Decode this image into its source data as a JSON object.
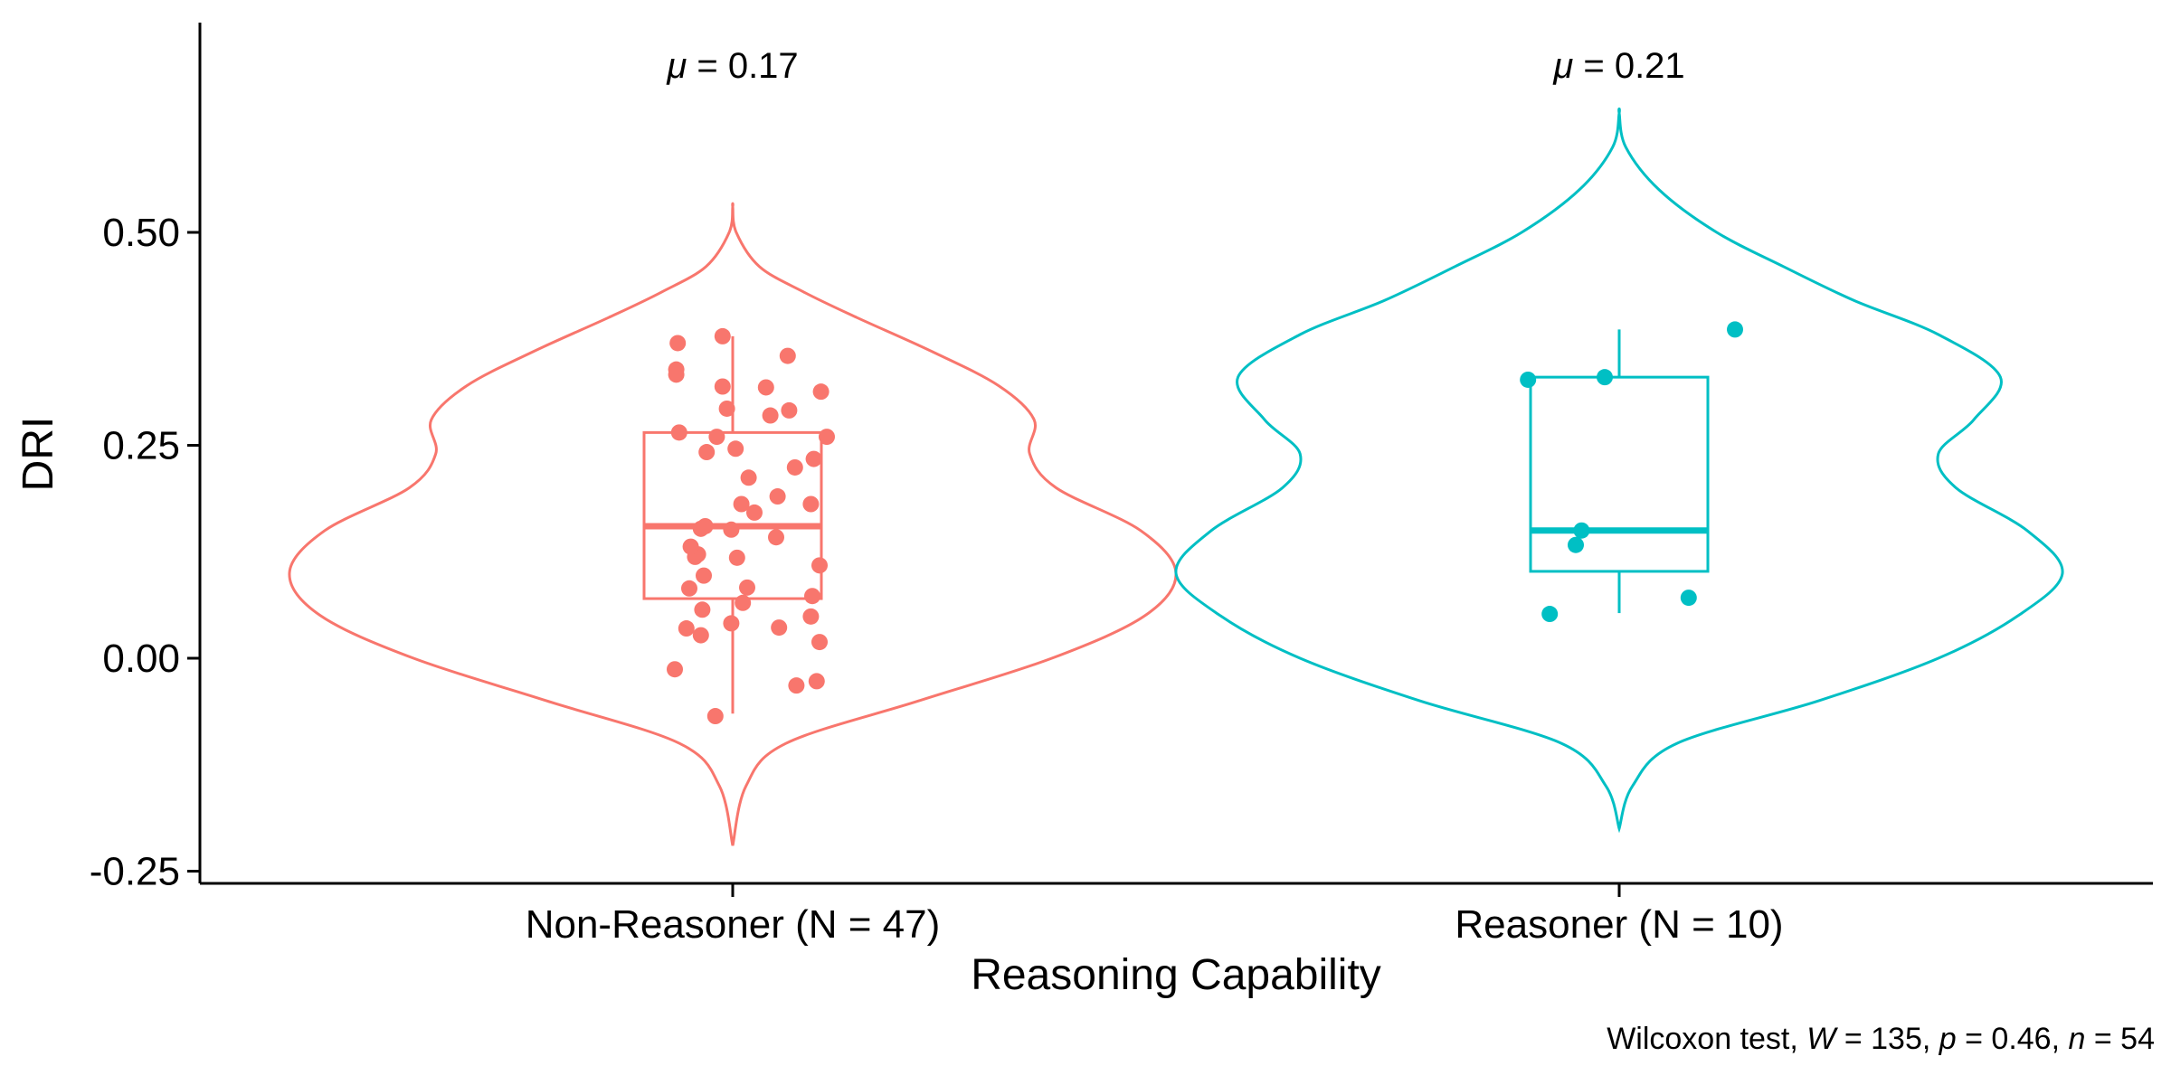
{
  "chart_data": {
    "type": "violin",
    "xlabel": "Reasoning Capability",
    "ylabel": "DRI",
    "ylim": [
      -0.27,
      0.75
    ],
    "yticks": [
      -0.25,
      0.0,
      0.25,
      0.5
    ],
    "ytick_labels": [
      "-0.25",
      "0.00",
      "0.25",
      "0.50"
    ],
    "grid": false,
    "legend": "none",
    "groups": [
      {
        "label": "Non-Reasoner (N = 47)",
        "color": "#F8766D",
        "mean_symbol": "μ",
        "mean_value": "= 0.17",
        "box": {
          "whisker_low": -0.065,
          "q1": 0.07,
          "median": 0.155,
          "q3": 0.265,
          "whisker_high": 0.378
        },
        "density": [
          [
            -0.22,
            0.0
          ],
          [
            -0.15,
            0.03
          ],
          [
            -0.1,
            0.12
          ],
          [
            -0.05,
            0.42
          ],
          [
            0.0,
            0.72
          ],
          [
            0.05,
            0.93
          ],
          [
            0.1,
            1.0
          ],
          [
            0.15,
            0.92
          ],
          [
            0.2,
            0.73
          ],
          [
            0.24,
            0.67
          ],
          [
            0.28,
            0.68
          ],
          [
            0.32,
            0.6
          ],
          [
            0.36,
            0.45
          ],
          [
            0.4,
            0.28
          ],
          [
            0.43,
            0.16
          ],
          [
            0.46,
            0.06
          ],
          [
            0.5,
            0.008
          ],
          [
            0.53,
            0.0
          ]
        ],
        "points": [
          [
            -0.4,
            -0.013
          ],
          [
            -0.32,
            0.035
          ],
          [
            -0.12,
            -0.068
          ],
          [
            -0.22,
            0.027
          ],
          [
            -0.24,
            0.122
          ],
          [
            -0.26,
            0.119
          ],
          [
            -0.29,
            0.131
          ],
          [
            -0.3,
            0.082
          ],
          [
            -0.21,
            0.057
          ],
          [
            -0.2,
            0.097
          ],
          [
            -0.22,
            0.152
          ],
          [
            -0.19,
            0.155
          ],
          [
            -0.37,
            0.265
          ],
          [
            -0.11,
            0.26
          ],
          [
            -0.04,
            0.293
          ],
          [
            -0.07,
            0.319
          ],
          [
            -0.18,
            0.242
          ],
          [
            -0.07,
            0.378
          ],
          [
            -0.38,
            0.37
          ],
          [
            -0.39,
            0.339
          ],
          [
            -0.39,
            0.333
          ],
          [
            0.03,
            0.118
          ],
          [
            -0.01,
            0.151
          ],
          [
            0.02,
            0.246
          ],
          [
            0.06,
            0.181
          ],
          [
            0.07,
            0.065
          ],
          [
            0.1,
            0.083
          ],
          [
            0.11,
            0.212
          ],
          [
            0.15,
            0.171
          ],
          [
            0.23,
            0.318
          ],
          [
            0.26,
            0.285
          ],
          [
            0.3,
            0.142
          ],
          [
            0.31,
            0.19
          ],
          [
            0.32,
            0.036
          ],
          [
            0.38,
            0.355
          ],
          [
            0.39,
            0.291
          ],
          [
            0.43,
            0.224
          ],
          [
            0.44,
            -0.032
          ],
          [
            0.54,
            0.181
          ],
          [
            0.54,
            0.049
          ],
          [
            0.55,
            0.073
          ],
          [
            0.56,
            0.234
          ],
          [
            0.58,
            -0.027
          ],
          [
            0.6,
            0.019
          ],
          [
            0.6,
            0.109
          ],
          [
            0.61,
            0.313
          ],
          [
            0.65,
            0.26
          ],
          [
            -0.01,
            0.041
          ]
        ]
      },
      {
        "label": "Reasoner (N = 10)",
        "color": "#00BFC4",
        "mean_symbol": "μ",
        "mean_value": "= 0.21",
        "box": {
          "whisker_low": 0.053,
          "q1": 0.102,
          "median": 0.15,
          "q3": 0.33,
          "whisker_high": 0.386
        },
        "density": [
          [
            -0.2,
            0.0
          ],
          [
            -0.15,
            0.03
          ],
          [
            -0.1,
            0.13
          ],
          [
            -0.05,
            0.45
          ],
          [
            0.0,
            0.72
          ],
          [
            0.05,
            0.9
          ],
          [
            0.1,
            1.0
          ],
          [
            0.15,
            0.92
          ],
          [
            0.2,
            0.76
          ],
          [
            0.24,
            0.72
          ],
          [
            0.28,
            0.8
          ],
          [
            0.33,
            0.86
          ],
          [
            0.38,
            0.72
          ],
          [
            0.42,
            0.53
          ],
          [
            0.46,
            0.37
          ],
          [
            0.5,
            0.22
          ],
          [
            0.55,
            0.09
          ],
          [
            0.6,
            0.015
          ],
          [
            0.64,
            0.0
          ]
        ],
        "points": [
          [
            -0.63,
            0.327
          ],
          [
            -0.48,
            0.052
          ],
          [
            -0.3,
            0.133
          ],
          [
            -0.26,
            0.15
          ],
          [
            -0.1,
            0.33
          ],
          [
            0.48,
            0.071
          ],
          [
            0.8,
            0.386
          ]
        ]
      }
    ],
    "caption_parts": [
      "Wilcoxon test, ",
      "W",
      " = 135, ",
      "p",
      " = 0.46, ",
      "n",
      " = 54"
    ]
  }
}
